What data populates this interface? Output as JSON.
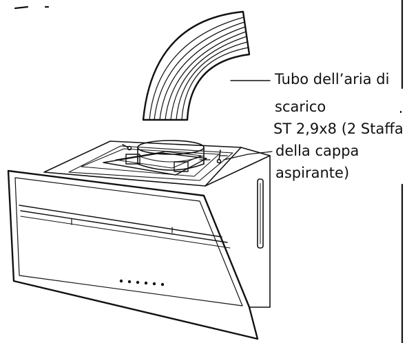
{
  "diagram": {
    "labels": {
      "exhaust_tube_line1": "Tubo dell’aria di",
      "exhaust_tube_line2": "scarico",
      "screw_line1": "ST 2,9x8 (2 Staffa",
      "screw_line2": "della cappa",
      "screw_line3": "aspirante)"
    },
    "colors": {
      "stroke": "#111111",
      "background": "#ffffff"
    }
  }
}
